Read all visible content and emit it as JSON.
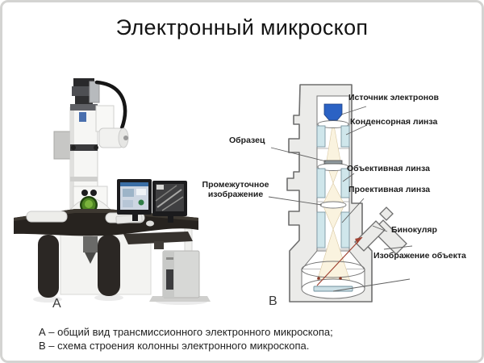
{
  "title": "Электронный микроскоп",
  "figure_a": {
    "letter": "А"
  },
  "figure_b": {
    "letter": "В"
  },
  "diagram": {
    "labels": [
      "Источник электронов",
      "Конденсорная линза",
      "Образец",
      "Объективная линза",
      "Проективная линза",
      "Промежуточное изображение",
      "Бинокуляр",
      "Изображение объекта"
    ]
  },
  "caption": {
    "line1": "А – общий вид трансмиссионного электронного микроскопа;",
    "line2": "В – схема строения колонны электронного микроскопа."
  },
  "colors": {
    "source_blue": "#2b62c4",
    "lens_cyan": "#cfe6eb",
    "beam_cream": "#faf3df",
    "outline_gray": "#ebebe9",
    "arrow_red": "#a04434",
    "screen_blue": "#cbdfe5",
    "viewport_green": "#4d8422"
  }
}
